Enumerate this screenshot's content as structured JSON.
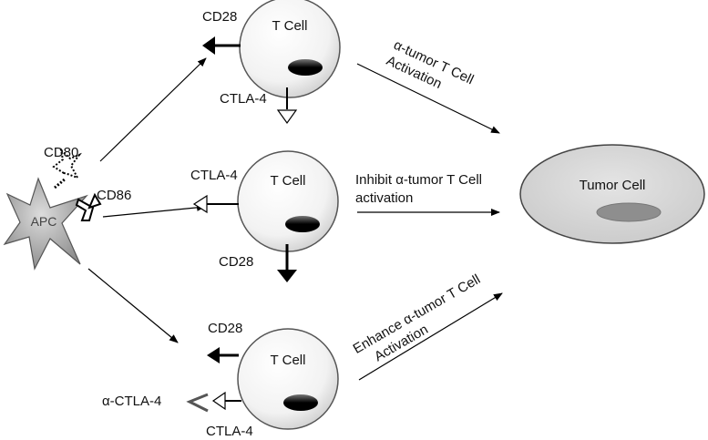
{
  "apc": {
    "label": "APC"
  },
  "ligands": {
    "cd80": "CD80",
    "cd86": "CD86"
  },
  "tcells": [
    {
      "cell_label": "T Cell",
      "cd28_label": "CD28",
      "ctla4_label": "CTLA-4",
      "outcome_label_line1": "α-tumor T Cell",
      "outcome_label_line2": "Activation"
    },
    {
      "cell_label": "T Cell",
      "ctla4_label": "CTLA-4",
      "cd28_label": "CD28",
      "outcome_label_line1": "Inhibit α-tumor T Cell",
      "outcome_label_line2": "activation"
    },
    {
      "cell_label": "T Cell",
      "cd28_label": "CD28",
      "ctla4_label": "CTLA-4",
      "antibody_label": "α-CTLA-4",
      "outcome_label_line1": "Enhance α-tumor T Cell",
      "outcome_label_line2": "Activation"
    }
  ],
  "tumor": {
    "label": "Tumor Cell"
  },
  "colors": {
    "cell_fill": "#f0f0f0",
    "tumor_fill": "#d6d6d6",
    "nucleus": "#000000",
    "apc_fill": "#9a9a9a"
  }
}
